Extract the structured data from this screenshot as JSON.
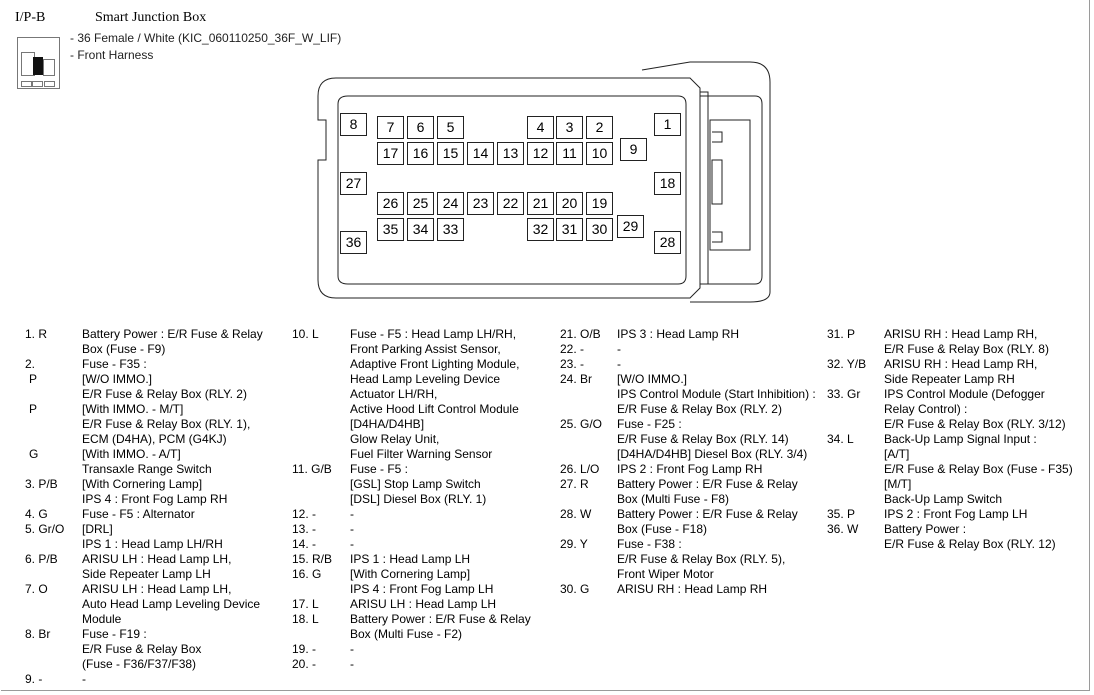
{
  "header": {
    "code": "I/P-B",
    "title": "Smart Junction Box",
    "desc": [
      "- 36 Female / White (KIC_060110250_36F_W_LIF)",
      "- Front Harness"
    ]
  },
  "pins": [
    {
      "n": "8"
    },
    {
      "n": "7"
    },
    {
      "n": "6"
    },
    {
      "n": "5"
    },
    {
      "n": "4"
    },
    {
      "n": "3"
    },
    {
      "n": "2"
    },
    {
      "n": "1"
    },
    {
      "n": "17"
    },
    {
      "n": "16"
    },
    {
      "n": "15"
    },
    {
      "n": "14"
    },
    {
      "n": "13"
    },
    {
      "n": "12"
    },
    {
      "n": "11"
    },
    {
      "n": "10"
    },
    {
      "n": "9"
    },
    {
      "n": "27"
    },
    {
      "n": "18"
    },
    {
      "n": "26"
    },
    {
      "n": "25"
    },
    {
      "n": "24"
    },
    {
      "n": "23"
    },
    {
      "n": "22"
    },
    {
      "n": "21"
    },
    {
      "n": "20"
    },
    {
      "n": "19"
    },
    {
      "n": "35"
    },
    {
      "n": "34"
    },
    {
      "n": "33"
    },
    {
      "n": "32"
    },
    {
      "n": "31"
    },
    {
      "n": "30"
    },
    {
      "n": "29"
    },
    {
      "n": "36"
    },
    {
      "n": "28"
    }
  ],
  "legend": [
    [
      {
        "num": "1. R",
        "text": "Battery Power : E/R Fuse & Relay"
      },
      {
        "num": "",
        "text": "Box (Fuse - F9)"
      },
      {
        "num": "2.",
        "text": "Fuse - F35 :"
      },
      {
        "num": "P",
        "text": "[W/O IMMO.]"
      },
      {
        "num": "",
        "text": "E/R Fuse & Relay Box (RLY. 2)"
      },
      {
        "num": "P",
        "text": "[With IMMO. - M/T]"
      },
      {
        "num": "",
        "text": "E/R Fuse & Relay Box (RLY. 1),"
      },
      {
        "num": "",
        "text": "ECM (D4HA), PCM (G4KJ)"
      },
      {
        "num": "G",
        "text": "[With IMMO. - A/T]"
      },
      {
        "num": "",
        "text": "Transaxle Range Switch"
      },
      {
        "num": "3. P/B",
        "text": "[With Cornering Lamp]"
      },
      {
        "num": "",
        "text": "IPS 4 : Front Fog Lamp RH"
      },
      {
        "num": "4. G",
        "text": "Fuse - F5 : Alternator"
      },
      {
        "num": "5. Gr/O",
        "text": "[DRL]"
      },
      {
        "num": "",
        "text": "IPS 1 : Head Lamp LH/RH"
      },
      {
        "num": "6. P/B",
        "text": "ARISU LH : Head Lamp LH,"
      },
      {
        "num": "",
        "text": "Side Repeater Lamp LH"
      },
      {
        "num": "7. O",
        "text": "ARISU LH : Head Lamp LH,"
      },
      {
        "num": "",
        "text": "Auto Head Lamp Leveling Device"
      },
      {
        "num": "",
        "text": "Module"
      },
      {
        "num": "8. Br",
        "text": "Fuse - F19 :"
      },
      {
        "num": "",
        "text": "E/R Fuse & Relay Box"
      },
      {
        "num": "",
        "text": "(Fuse - F36/F37/F38)"
      },
      {
        "num": "9. -",
        "text": "-"
      }
    ],
    [
      {
        "num": "10. L",
        "text": "Fuse - F5 : Head Lamp LH/RH,"
      },
      {
        "num": "",
        "text": "Front Parking Assist Sensor,"
      },
      {
        "num": "",
        "text": "Adaptive Front Lighting Module,"
      },
      {
        "num": "",
        "text": "Head Lamp Leveling Device"
      },
      {
        "num": "",
        "text": "Actuator LH/RH,"
      },
      {
        "num": "",
        "text": "Active Hood Lift Control Module"
      },
      {
        "num": "",
        "text": "[D4HA/D4HB]"
      },
      {
        "num": "",
        "text": "Glow Relay Unit,"
      },
      {
        "num": "",
        "text": "Fuel Filter Warning Sensor"
      },
      {
        "num": "11. G/B",
        "text": "Fuse - F5 :"
      },
      {
        "num": "",
        "text": "[GSL] Stop Lamp Switch"
      },
      {
        "num": "",
        "text": "[DSL] Diesel Box (RLY. 1)"
      },
      {
        "num": "12. -",
        "text": "-"
      },
      {
        "num": "13. -",
        "text": "-"
      },
      {
        "num": "14. -",
        "text": "-"
      },
      {
        "num": "15. R/B",
        "text": "IPS 1 : Head Lamp LH"
      },
      {
        "num": "16. G",
        "text": "[With Cornering Lamp]"
      },
      {
        "num": "",
        "text": "IPS 4 : Front Fog Lamp LH"
      },
      {
        "num": "17. L",
        "text": "ARISU LH : Head Lamp LH"
      },
      {
        "num": "18. L",
        "text": "Battery Power : E/R Fuse & Relay"
      },
      {
        "num": "",
        "text": "Box (Multi Fuse - F2)"
      },
      {
        "num": "19. -",
        "text": "-"
      },
      {
        "num": "20. -",
        "text": "-"
      }
    ],
    [
      {
        "num": "21. O/B",
        "text": "IPS 3 : Head Lamp RH"
      },
      {
        "num": "22. -",
        "text": "-"
      },
      {
        "num": "23. -",
        "text": "-"
      },
      {
        "num": "24. Br",
        "text": "[W/O IMMO.]"
      },
      {
        "num": "",
        "text": "IPS Control Module (Start Inhibition) :"
      },
      {
        "num": "",
        "text": "E/R Fuse & Relay Box (RLY. 2)"
      },
      {
        "num": "25. G/O",
        "text": "Fuse - F25 :"
      },
      {
        "num": "",
        "text": "E/R Fuse & Relay Box (RLY. 14)"
      },
      {
        "num": "",
        "text": "[D4HA/D4HB] Diesel Box (RLY. 3/4)"
      },
      {
        "num": "26. L/O",
        "text": "IPS 2 : Front Fog Lamp RH"
      },
      {
        "num": "27. R",
        "text": "Battery Power : E/R Fuse & Relay"
      },
      {
        "num": "",
        "text": "Box (Multi Fuse - F8)"
      },
      {
        "num": "28. W",
        "text": "Battery Power : E/R Fuse & Relay"
      },
      {
        "num": "",
        "text": "Box (Fuse - F18)"
      },
      {
        "num": "29. Y",
        "text": "Fuse - F38 :"
      },
      {
        "num": "",
        "text": "E/R Fuse & Relay Box (RLY. 5),"
      },
      {
        "num": "",
        "text": "Front Wiper Motor"
      },
      {
        "num": "30. G",
        "text": "ARISU RH : Head Lamp RH"
      }
    ],
    [
      {
        "num": "31. P",
        "text": "ARISU RH : Head Lamp RH,"
      },
      {
        "num": "",
        "text": "E/R Fuse & Relay Box (RLY. 8)"
      },
      {
        "num": "32. Y/B",
        "text": "ARISU RH : Head Lamp RH,"
      },
      {
        "num": "",
        "text": "Side Repeater Lamp RH"
      },
      {
        "num": "33. Gr",
        "text": "IPS Control Module (Defogger"
      },
      {
        "num": "",
        "text": "Relay Control) :"
      },
      {
        "num": "",
        "text": "E/R Fuse & Relay Box (RLY. 3/12)"
      },
      {
        "num": "34. L",
        "text": "Back-Up Lamp Signal Input :"
      },
      {
        "num": "",
        "text": "[A/T]"
      },
      {
        "num": "",
        "text": "E/R Fuse & Relay Box (Fuse - F35)"
      },
      {
        "num": "",
        "text": "[M/T]"
      },
      {
        "num": "",
        "text": "Back-Up Lamp Switch"
      },
      {
        "num": "35. P",
        "text": "IPS 2 : Front Fog Lamp LH"
      },
      {
        "num": "36. W",
        "text": "Battery Power :"
      },
      {
        "num": "",
        "text": "E/R Fuse & Relay Box (RLY. 12)"
      }
    ]
  ]
}
